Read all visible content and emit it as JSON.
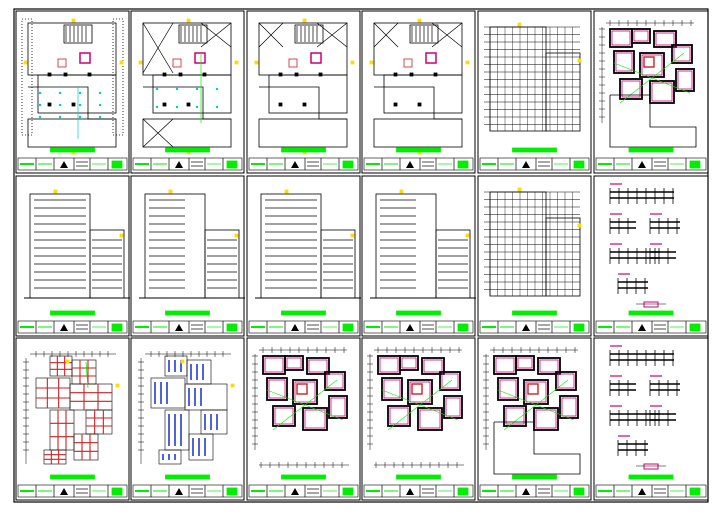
{
  "title": "",
  "grid": {
    "rows": 3,
    "cols": 6
  },
  "colors": {
    "background": "#ffffff",
    "line": "#000000",
    "accent_green": "#00ee00",
    "accent_magenta": "#cc0077",
    "accent_red": "#cc2222",
    "accent_blue": "#0022cc",
    "accent_cyan": "#00cccc",
    "accent_yellow": "#ffdd00"
  },
  "sheets": [
    {
      "id": "r1c1",
      "type": "plan-site"
    },
    {
      "id": "r1c2",
      "type": "plan-with-roof"
    },
    {
      "id": "r1c3",
      "type": "plan-simple"
    },
    {
      "id": "r1c4",
      "type": "plan-simple"
    },
    {
      "id": "r1c5",
      "type": "elevation-grid"
    },
    {
      "id": "r1c6",
      "type": "plan-detail"
    },
    {
      "id": "r2c1",
      "type": "elevation"
    },
    {
      "id": "r2c2",
      "type": "elevation"
    },
    {
      "id": "r2c3",
      "type": "elevation"
    },
    {
      "id": "r2c4",
      "type": "elevation"
    },
    {
      "id": "r2c5",
      "type": "elevation-grid"
    },
    {
      "id": "r2c6",
      "type": "details"
    },
    {
      "id": "r3c1",
      "type": "plan-red-grid"
    },
    {
      "id": "r3c2",
      "type": "plan-blue"
    },
    {
      "id": "r3c3",
      "type": "plan-detail"
    },
    {
      "id": "r3c4",
      "type": "plan-detail"
    },
    {
      "id": "r3c5",
      "type": "plan-detail"
    },
    {
      "id": "r3c6",
      "type": "details"
    }
  ]
}
